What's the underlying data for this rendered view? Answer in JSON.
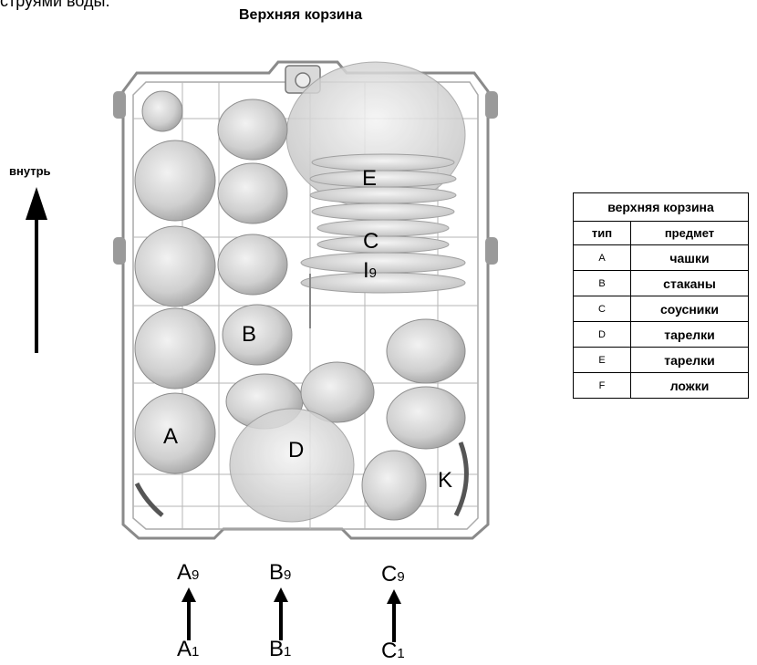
{
  "top_cut_text": "струями воды.",
  "title": "Верхняя корзина",
  "direction_label": "внутрь",
  "basket_labels": {
    "A": "A",
    "B": "B",
    "C": "C",
    "D": "D",
    "E": "E",
    "K": "K",
    "I": "I",
    "I_sub": "9"
  },
  "rows": [
    {
      "top": "A",
      "top_sub": "9",
      "bottom": "A",
      "bottom_sub": "1"
    },
    {
      "top": "B",
      "top_sub": "9",
      "bottom": "B",
      "bottom_sub": "1"
    },
    {
      "top": "C",
      "top_sub": "9",
      "bottom": "C",
      "bottom_sub": "1"
    }
  ],
  "legend": {
    "title": "верхняя корзина",
    "col_type": "тип",
    "col_item": "предмет",
    "items": [
      {
        "code": "A",
        "name": "чашки"
      },
      {
        "code": "B",
        "name": "стаканы"
      },
      {
        "code": "C",
        "name": "соусники"
      },
      {
        "code": "D",
        "name": "тарелки"
      },
      {
        "code": "E",
        "name": "тарелки"
      },
      {
        "code": "F",
        "name": "ложки"
      }
    ]
  }
}
